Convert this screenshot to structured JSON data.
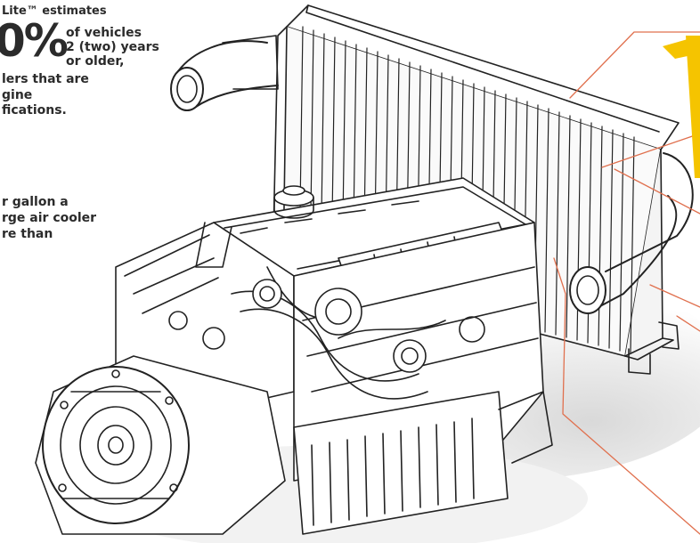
{
  "stat_block": {
    "line1": "Lite™ estimates",
    "percent": "0%",
    "vehicles_line1": "of vehicles",
    "vehicles_line2": "2 (two) years",
    "vehicles_line3": "or older,",
    "line2": "lers that are",
    "line3": "gine",
    "line4": "fications."
  },
  "gallon_block": {
    "line1": "r gallon a",
    "line2": "rge air cooler",
    "line3": "re than"
  },
  "colors": {
    "callout": "#e0704e",
    "accent": "#f5c400",
    "ink": "#222222"
  }
}
